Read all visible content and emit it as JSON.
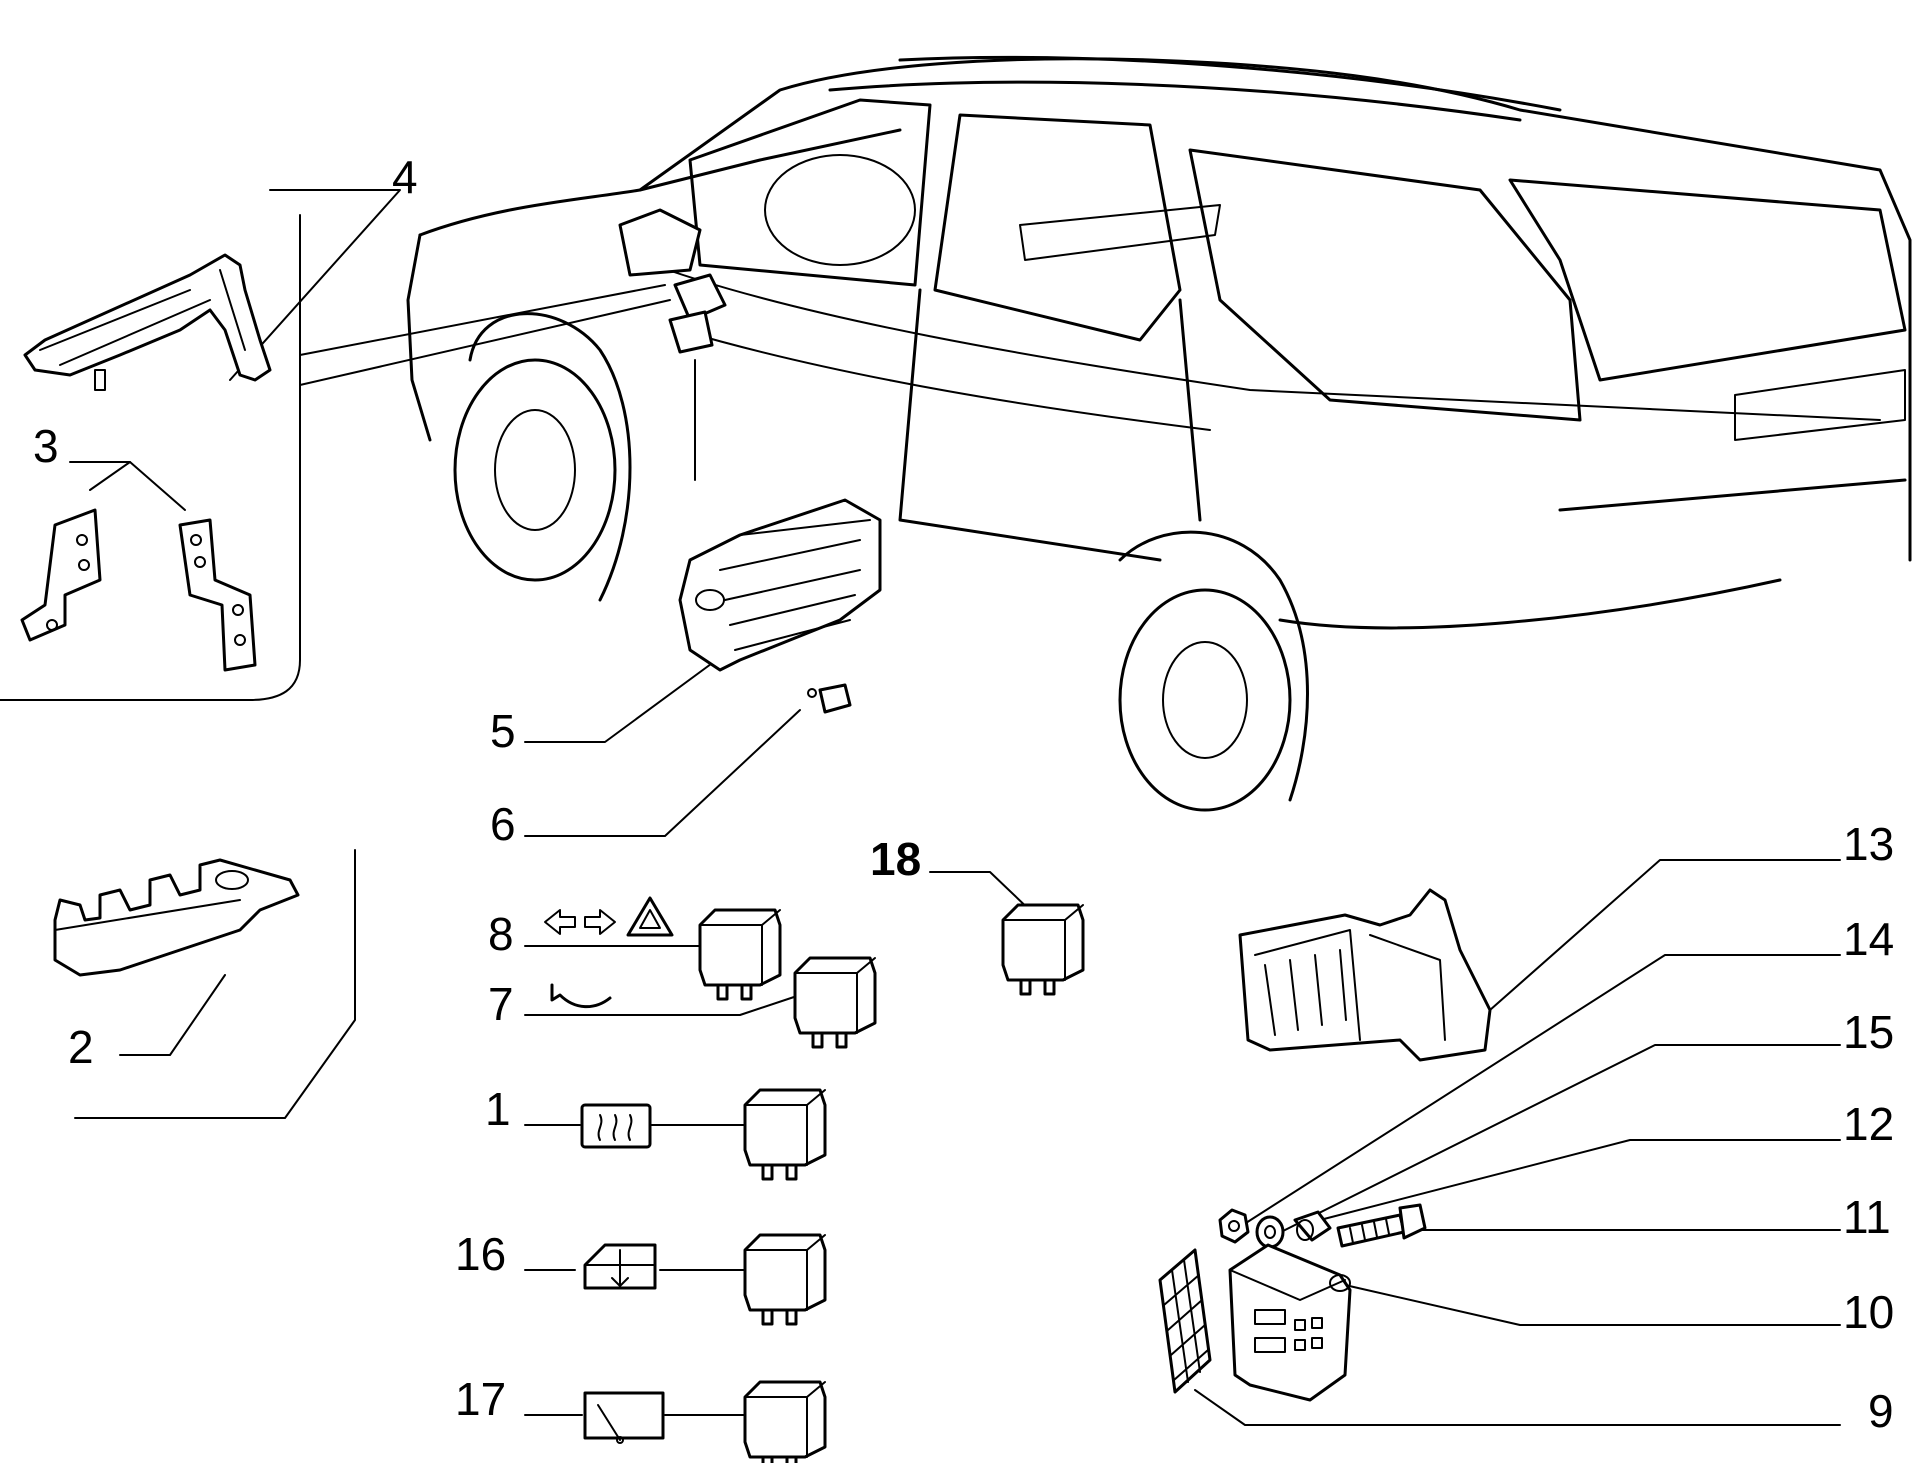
{
  "callouts": {
    "c1": "1",
    "c2": "2",
    "c3": "3",
    "c4": "4",
    "c5": "5",
    "c6": "6",
    "c7": "7",
    "c8": "8",
    "c9": "9",
    "c10": "10",
    "c11": "11",
    "c12": "12",
    "c13": "13",
    "c14": "14",
    "c15": "15",
    "c16": "16",
    "c17": "17",
    "c18": "18"
  },
  "icons": {
    "rear_defrost": "rear-defrost-icon",
    "horn": "horn-icon",
    "turn_hazard": "turn-hazard-icon",
    "power_window": "power-window-icon",
    "wiper": "wiper-icon"
  },
  "colors": {
    "line": "#000000",
    "background": "#ffffff"
  }
}
